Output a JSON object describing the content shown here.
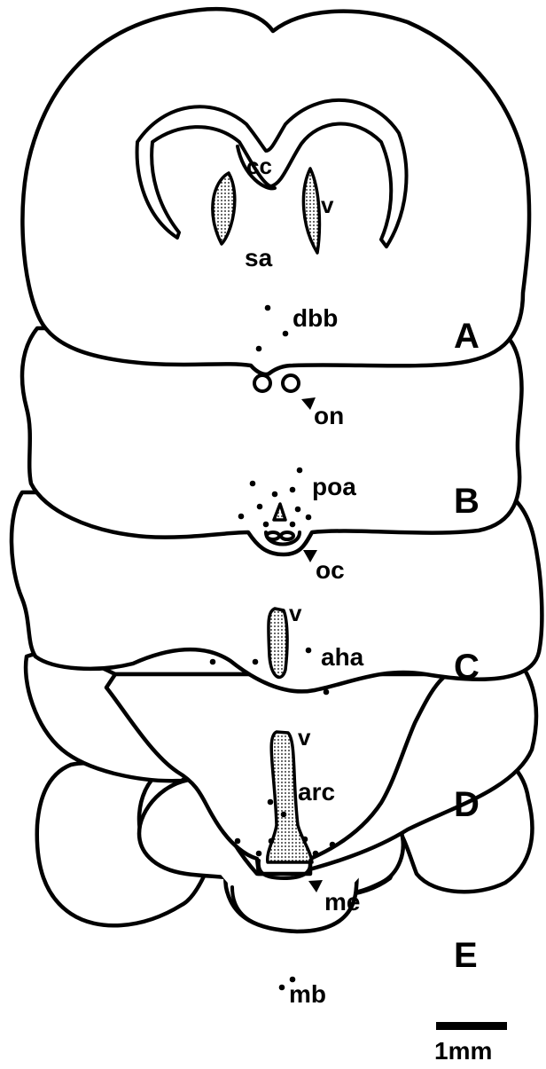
{
  "labels": {
    "cc": "cc",
    "v_A": "v",
    "sa": "sa",
    "dbb": "dbb",
    "on": "on",
    "poa": "poa",
    "oc": "oc",
    "v_C": "v",
    "aha": "aha",
    "v_D": "v",
    "arc": "arc",
    "me": "me",
    "mb": "mb"
  },
  "sections": [
    "A",
    "B",
    "C",
    "D",
    "E"
  ],
  "scale_bar": {
    "label": "1mm"
  },
  "colors": {
    "ink": "#000000",
    "paper": "#ffffff"
  }
}
